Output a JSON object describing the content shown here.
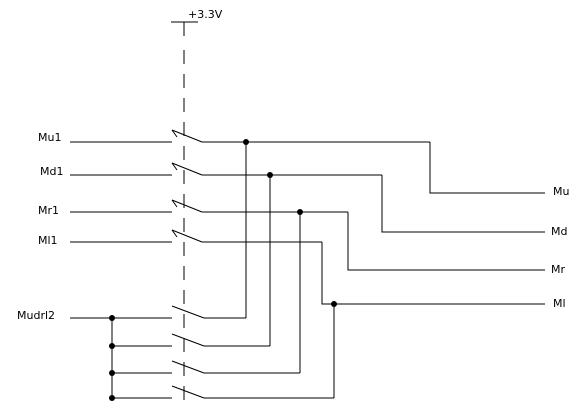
{
  "supply": {
    "label": "+3.3V"
  },
  "inputs": [
    {
      "label": "Mu1"
    },
    {
      "label": "Md1"
    },
    {
      "label": "Mr1"
    },
    {
      "label": "Ml1"
    },
    {
      "label": "Mudrl2"
    }
  ],
  "outputs": [
    {
      "label": "Mu"
    },
    {
      "label": "Md"
    },
    {
      "label": "Mr"
    },
    {
      "label": "Ml"
    }
  ]
}
